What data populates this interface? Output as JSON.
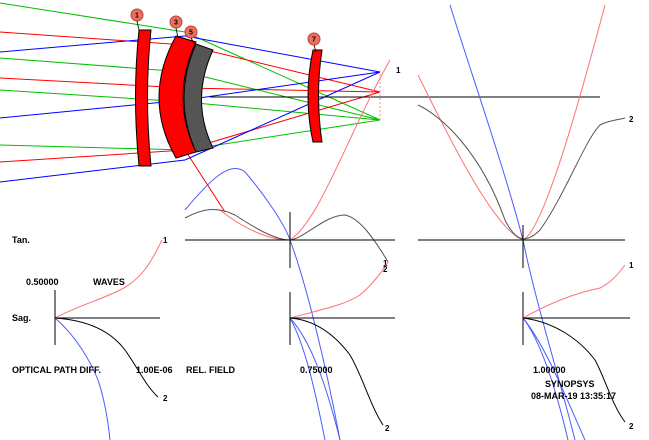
{
  "colors": {
    "ray_green": "#00c000",
    "ray_red": "#ff0000",
    "ray_blue": "#0000ff",
    "lens_red": "#ff0000",
    "lens_gray": "#555555",
    "curve_red": "#ff7070",
    "curve_blue": "#4a5cff",
    "curve_black": "#000000",
    "badge_fill": "#e87060"
  },
  "surface_labels": [
    "1",
    "3",
    "5",
    "7"
  ],
  "labels": {
    "tan": "Tan.",
    "sag": "Sag.",
    "scale_value": "0.50000",
    "scale_unit": "WAVES",
    "opd_title": "OPTICAL PATH DIFF.",
    "opd_value": "1.00E-06",
    "rel_field": "REL. FIELD",
    "field_1": "0.75000",
    "field_2": "1.00000",
    "software": "SYNOPSYS",
    "date_time": "08-MAR-19  13:35:17"
  },
  "curve_labels": {
    "one": "1",
    "two": "2"
  }
}
